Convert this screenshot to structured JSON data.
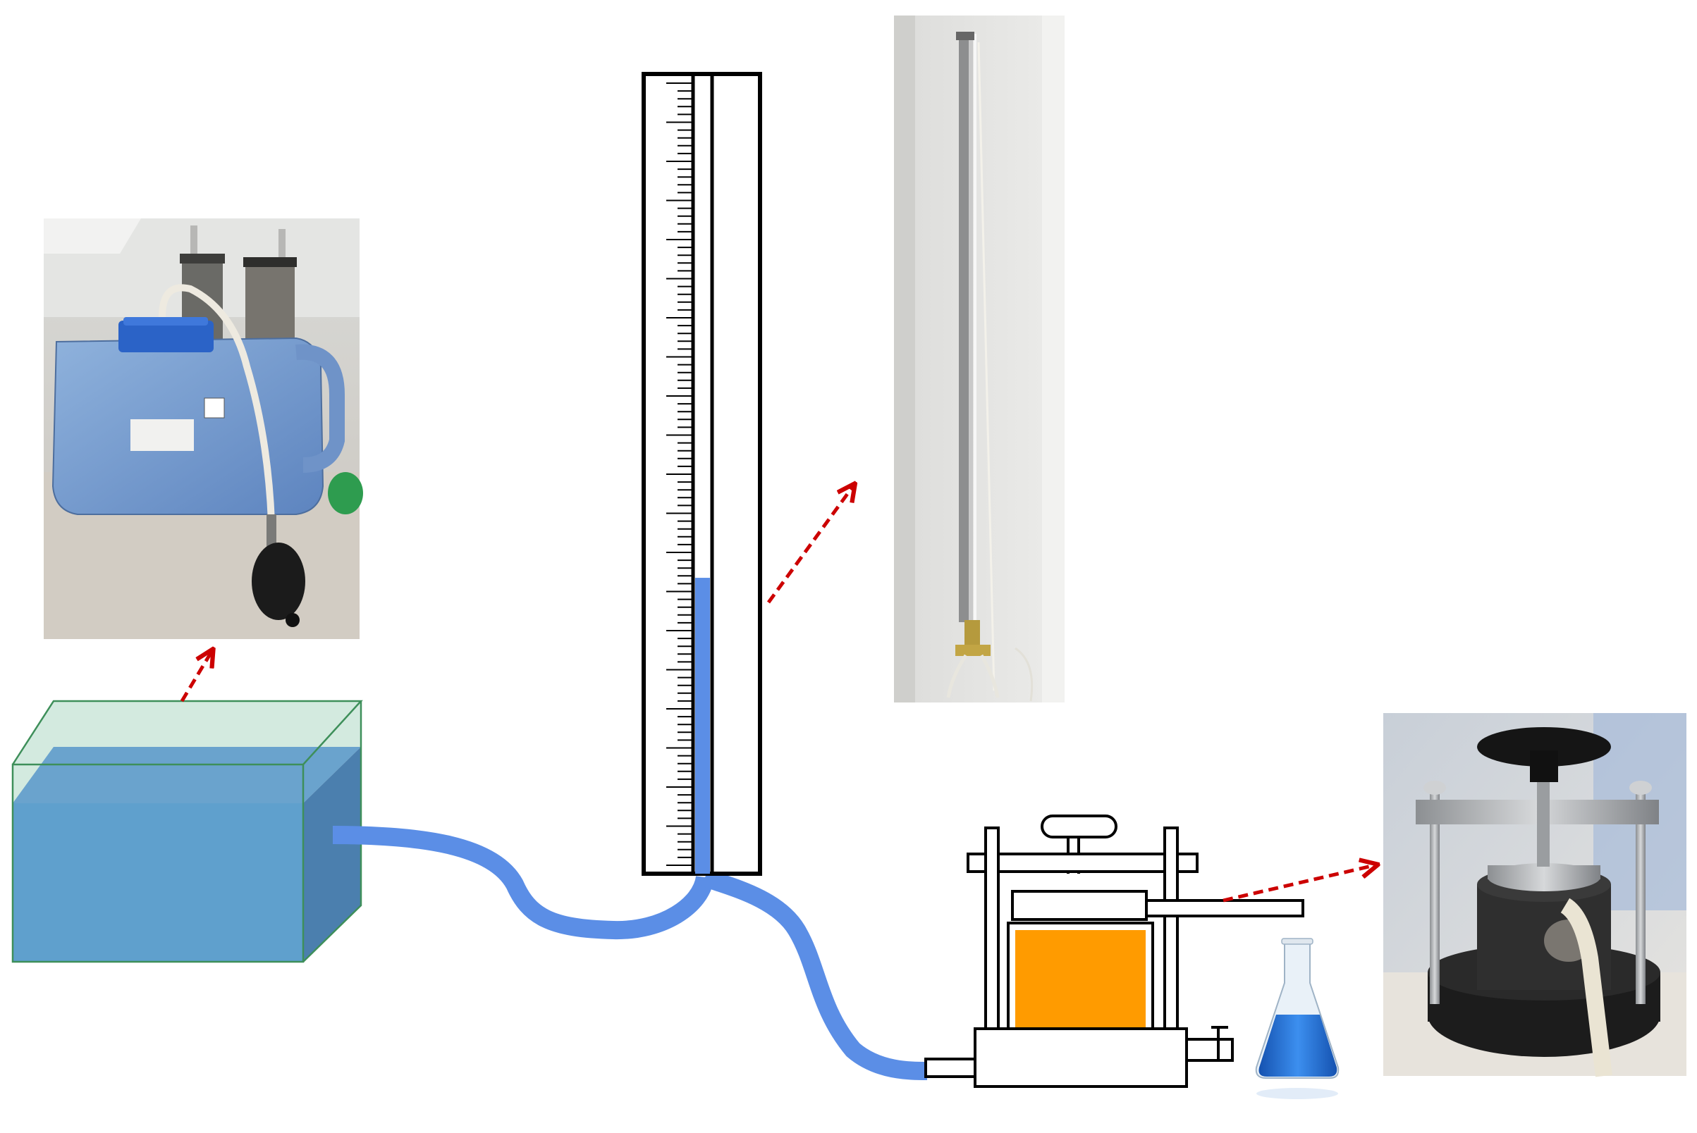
{
  "colors": {
    "water_blue": "#5f9fd0",
    "water_blue_dark": "#4a84b6",
    "box_edge_green": "#3e8f5a",
    "tube_blue": "#5b8ee6",
    "sample_orange": "#ff9b00",
    "arrow_red": "#cc0000",
    "outline": "#000000",
    "flask_liquid": "#1e6fd9"
  },
  "components": {
    "water_tank": {
      "icon": "water-tank-icon"
    },
    "manometer": {
      "icon": "graduated-tube-icon"
    },
    "permeameter": {
      "icon": "permeameter-cell-icon"
    },
    "flask": {
      "icon": "erlenmeyer-flask-icon"
    }
  },
  "photos": [
    {
      "id": "tank-photo",
      "icon": "tank-photo-icon"
    },
    {
      "id": "manometer-photo",
      "icon": "manometer-photo-icon"
    },
    {
      "id": "cell-photo",
      "icon": "cell-photo-icon"
    }
  ],
  "arrows": [
    {
      "from": "water_tank",
      "to": "tank-photo"
    },
    {
      "from": "manometer",
      "to": "manometer-photo"
    },
    {
      "from": "permeameter",
      "to": "cell-photo"
    }
  ],
  "manometer_water_level_fraction": 0.37
}
